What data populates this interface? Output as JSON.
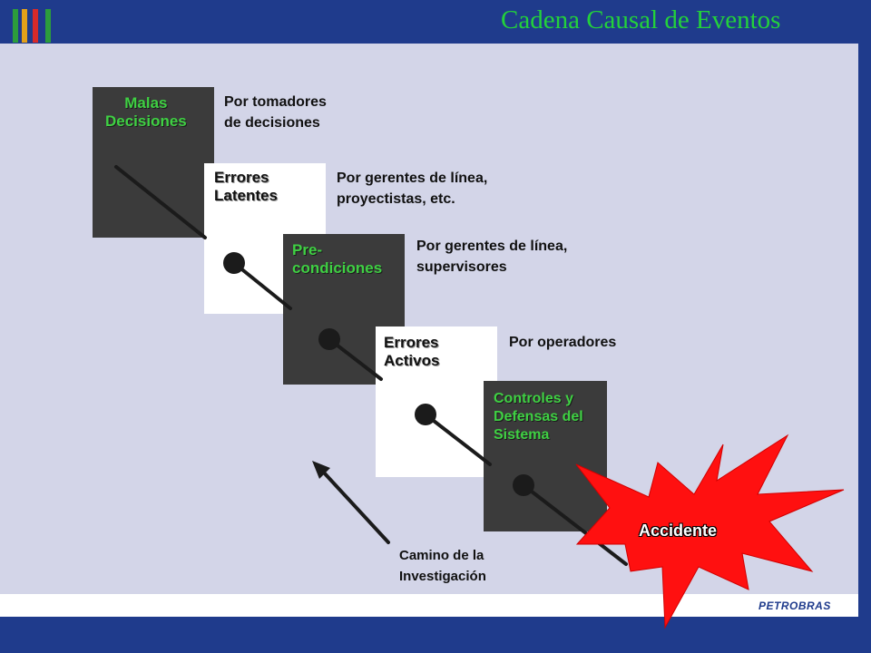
{
  "header": {
    "title": "Cadena Causal de Eventos",
    "stripe_colors": [
      "#2c9d3c",
      "#e3a11a",
      "#d82a2a",
      "#2c9d3c"
    ]
  },
  "panels": [
    {
      "label": "Malas\nDecisiones",
      "description": "Por tomadores\nde decisiones"
    },
    {
      "label": "Errores\nLatentes",
      "description": "Por gerentes de línea,\nproyectistas, etc."
    },
    {
      "label": "Pre-\ncondiciones",
      "description": "Por gerentes de línea,\nsupervisores"
    },
    {
      "label": "Errores\nActivos",
      "description": "Por operadores"
    },
    {
      "label": "Controles y\nDefensas del\nSistema",
      "description": ""
    }
  ],
  "accident": {
    "label": "Accidente"
  },
  "investigation": {
    "label": "Camino de la\nInvestigación"
  },
  "footer": {
    "brand": "PETROBRAS"
  },
  "colors": {
    "background": "#1f3b8c",
    "slide": "#d3d5e8",
    "title": "#23d13b",
    "panel_dark": "#3b3b3b",
    "panel_light": "#ffffff",
    "label_green": "#3fd043",
    "accident": "#ff1010"
  }
}
